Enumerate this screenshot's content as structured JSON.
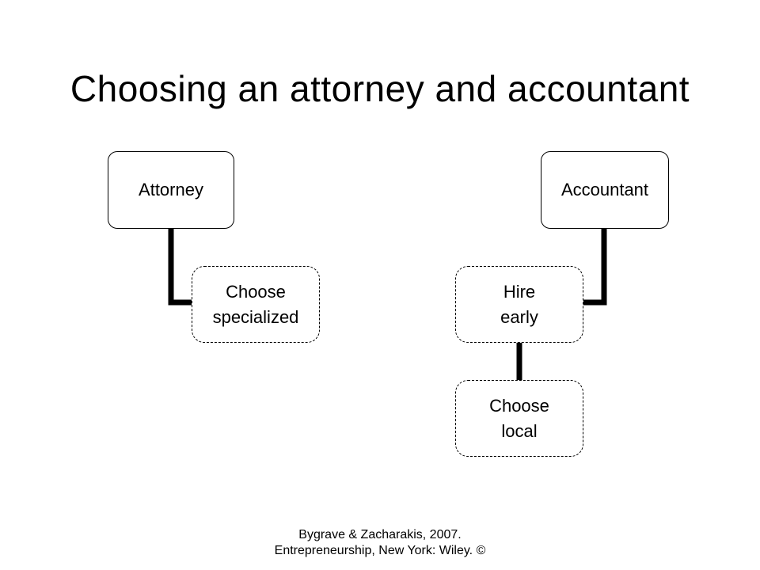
{
  "slide": {
    "title": "Choosing an attorney and accountant"
  },
  "diagram": {
    "left_tree": {
      "root": "Attorney",
      "children": [
        "Choose\nspecialized"
      ]
    },
    "right_tree": {
      "root": "Accountant",
      "children": [
        "Hire\nearly",
        "Choose\nlocal"
      ]
    }
  },
  "footer": {
    "citation": "Bygrave & Zacharakis, 2007. Entrepreneurship, New York: Wiley. ©"
  },
  "colors": {
    "background": "#ffffff",
    "text": "#000000",
    "connector": "#000000"
  }
}
